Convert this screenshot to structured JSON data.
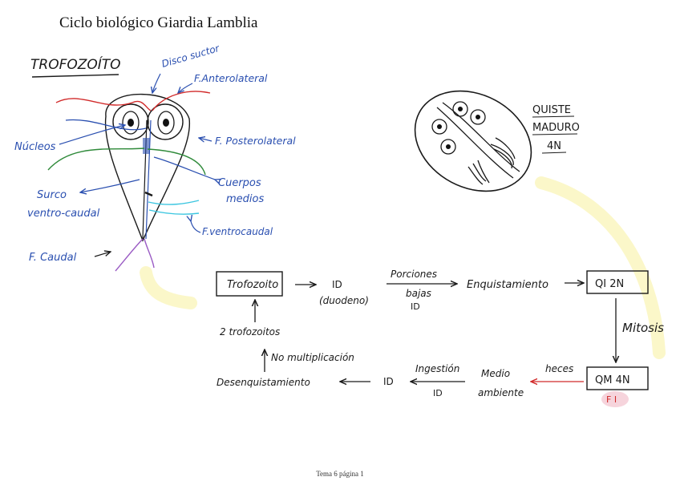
{
  "page": {
    "title": "Ciclo biológico Giardia Lamblia",
    "footer": "Tema 6 página 1"
  },
  "trofozoito_labels": {
    "heading": "TROFOZOÍTO",
    "disco": "Disco suctor",
    "anterolateral": "F.Anterolateral",
    "nucleos": "Núcleos",
    "posterolateral": "F. Posterolateral",
    "cuerpos": "Cuerpos",
    "medios": "medios",
    "surco": "Surco",
    "ventro_caudal": "ventro-caudal",
    "ventrocaudal": "F.ventrocaudal",
    "caudal": "F. Caudal"
  },
  "quiste_labels": {
    "line1": "QUISTE",
    "line2": "MADURO",
    "line3": "4N"
  },
  "cycle": {
    "trofozoito": "Trofozoito",
    "id1": "ID",
    "duodeno": "(duodeno)",
    "porciones": "Porciones",
    "bajas": "bajas",
    "id2": "ID",
    "enquistamiento": "Enquistamiento",
    "qi": "QI 2N",
    "mitosis": "Mitosis",
    "qm": "QM 4N",
    "fi": "F I",
    "heces": "heces",
    "medio": "Medio",
    "ambiente": "ambiente",
    "ingestion": "Ingestión",
    "id3": "ID",
    "id4": "ID",
    "desenquistamiento": "Desenquistamiento",
    "no_multiplicacion": "No multiplicación",
    "dos_trofozoitos": "2 trofozoitos"
  },
  "colors": {
    "ink": "#1a1a1a",
    "blue": "#2a4fb0",
    "red": "#d12a2a",
    "green": "#2f8a3a",
    "cyan": "#3cc6e0",
    "purple": "#9a5bc4",
    "highlight_yellow": "#fbf7c9",
    "highlight_pink": "#f6d4dc"
  }
}
